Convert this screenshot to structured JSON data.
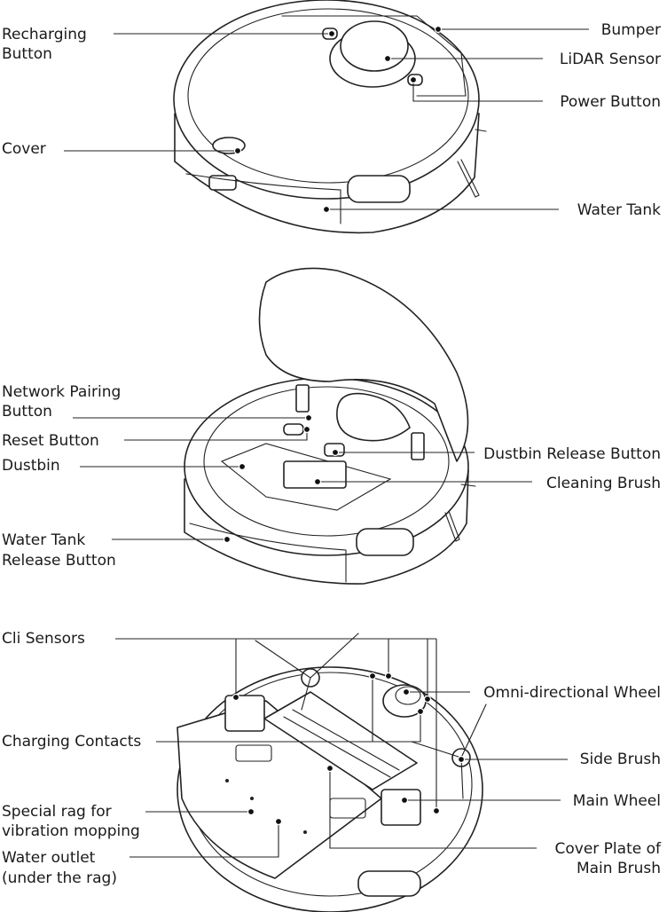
{
  "figures": {
    "top_view": {
      "labels": {
        "recharging_button": [
          "Recharging",
          "Button"
        ],
        "bumper": [
          "Bumper"
        ],
        "lidar_sensor": [
          "LiDAR Sensor"
        ],
        "power_button": [
          "Power Button"
        ],
        "cover": [
          "Cover"
        ],
        "water_tank": [
          "Water Tank"
        ]
      }
    },
    "open_view": {
      "labels": {
        "network_pairing_button": [
          "Network Pairing",
          "Button"
        ],
        "reset_button": [
          "Reset Button"
        ],
        "dustbin": [
          "Dustbin"
        ],
        "dustbin_release_button": [
          "Dustbin Release Button"
        ],
        "cleaning_brush": [
          "Cleaning Brush"
        ],
        "water_tank_release_button": [
          "Water Tank",
          "Release Button"
        ]
      }
    },
    "bottom_view": {
      "labels": {
        "cli_sensors": [
          "Cli Sensors"
        ],
        "omni_directional_wheel": [
          "Omni-directional Wheel"
        ],
        "charging_contacts": [
          "Charging Contacts"
        ],
        "side_brush": [
          "Side Brush"
        ],
        "main_wheel": [
          "Main Wheel"
        ],
        "special_rag": [
          "Special rag for",
          "vibration mopping"
        ],
        "water_outlet": [
          "Water outlet",
          "(under the rag)"
        ],
        "cover_plate_main_brush": [
          "Cover Plate of",
          "Main Brush"
        ]
      }
    }
  }
}
